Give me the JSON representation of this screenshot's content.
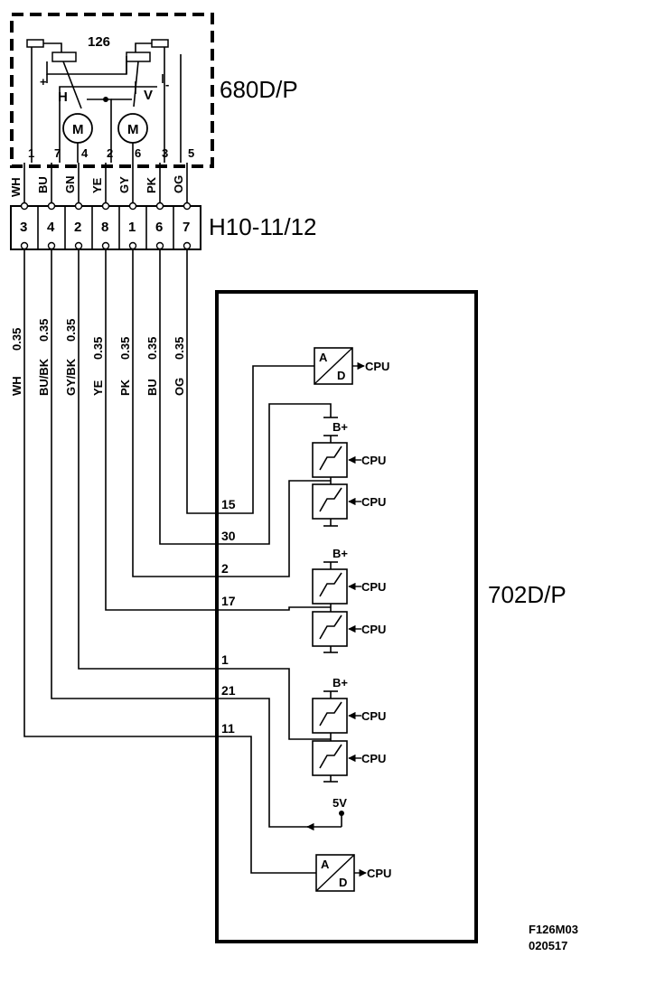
{
  "diagram": {
    "motor_unit": {
      "label": "680D/P",
      "component_number": "126",
      "plus_sign": "+",
      "minus_sign": "-",
      "h_label": "H",
      "v_label": "V",
      "motor_label": "M",
      "pins": [
        "1",
        "7",
        "4",
        "2",
        "6",
        "3",
        "5"
      ],
      "wire_colors": [
        "WH",
        "BU",
        "GN",
        "YE",
        "GY",
        "PK",
        "OG"
      ]
    },
    "connector": {
      "label": "H10-11/12",
      "pins": [
        "3",
        "4",
        "2",
        "8",
        "1",
        "6",
        "7"
      ]
    },
    "harness_wires": [
      {
        "color": "WH",
        "size": "0.35"
      },
      {
        "color": "BU/BK",
        "size": "0.35"
      },
      {
        "color": "GY/BK",
        "size": "0.35"
      },
      {
        "color": "YE",
        "size": "0.35"
      },
      {
        "color": "PK",
        "size": "0.35"
      },
      {
        "color": "BU",
        "size": "0.35"
      },
      {
        "color": "OG",
        "size": "0.35"
      }
    ],
    "control_module": {
      "label": "702D/P",
      "pins": [
        "15",
        "30",
        "2",
        "17",
        "1",
        "21",
        "11"
      ],
      "adc_a": "A",
      "adc_d": "D",
      "cpu_label": "CPU",
      "supply_label": "B+",
      "ref_voltage": "5V"
    },
    "footer": {
      "code": "F126M03",
      "date": "020517"
    }
  }
}
